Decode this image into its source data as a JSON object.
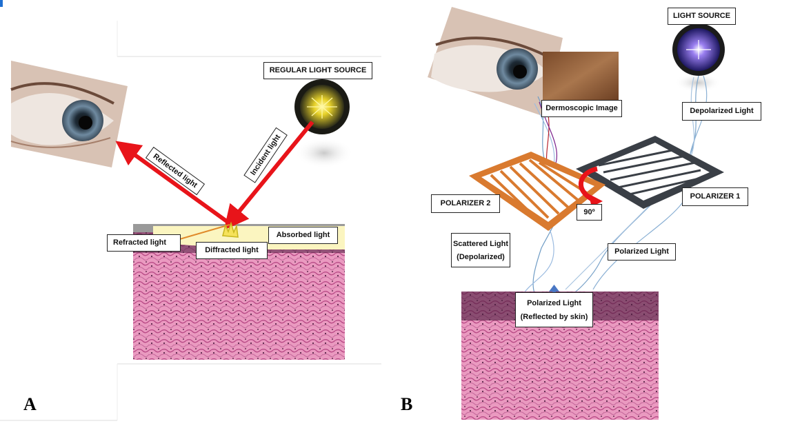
{
  "panel_a": {
    "letter": "A",
    "labels": {
      "light_source": "REGULAR LIGHT SOURCE",
      "incident": "Incident light",
      "reflected": "Reflected light",
      "refracted": "Refracted light",
      "diffracted": "Diffracted light",
      "absorbed": "Absorbed light"
    }
  },
  "panel_b": {
    "letter": "B",
    "labels": {
      "light_source": "LIGHT SOURCE",
      "dermoscopic_image": "Dermoscopic Image",
      "depolarized_light": "Depolarized Light",
      "polarizer_1": "POLARIZER 1",
      "polarizer_2": "POLARIZER 2",
      "angle": "90º",
      "scattered_line1": "Scattered Light",
      "scattered_line2": "(Depolarized)",
      "polarized_light": "Polarized Light",
      "reflected_line1": "Polarized Light",
      "reflected_line2": "(Reflected by skin)"
    }
  },
  "colors": {
    "arrow_red": "#e8141a",
    "refracted_orange": "#e08a2a",
    "polarizer_orange": "#d97a2f",
    "polarizer_dark": "#3a3f46",
    "tissue_pink": "#e88fb5"
  }
}
